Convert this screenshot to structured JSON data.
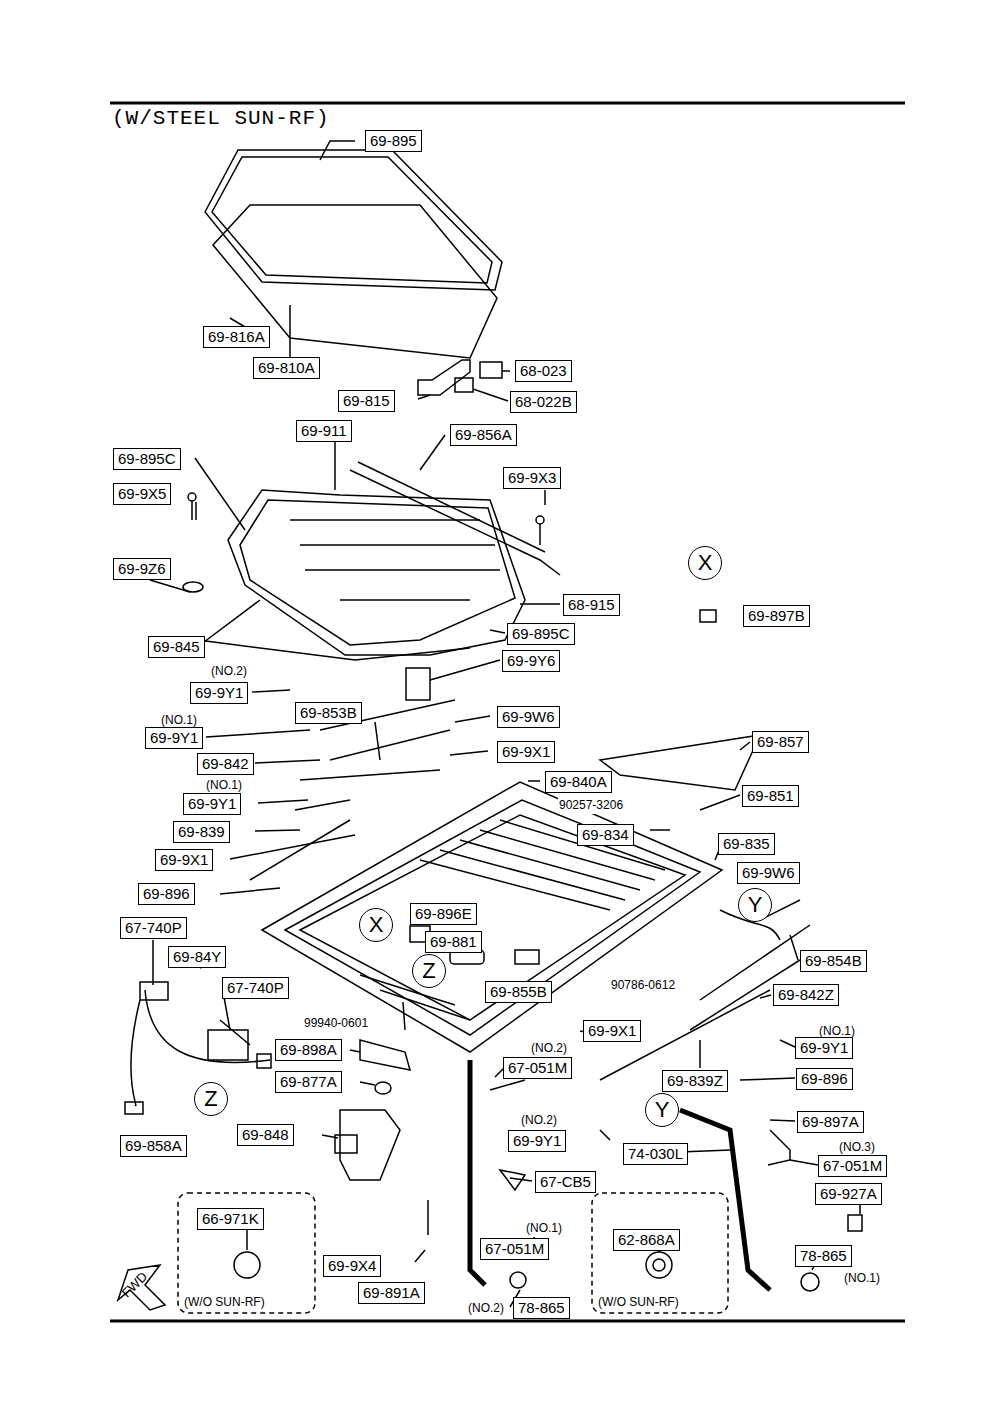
{
  "diagram": {
    "title": "(W/STEEL SUN-RF)",
    "labels": [
      "69-895",
      "69-816A",
      "69-810A",
      "69-815",
      "68-023",
      "68-022B",
      "69-911",
      "69-856A",
      "69-895C",
      "69-9X5",
      "69-9X3",
      "69-9Z6",
      "X",
      "68-915",
      "69-897B",
      "69-845",
      "69-895C",
      "69-9Y6",
      "(NO.2)",
      "69-9Y1",
      "69-853B",
      "(NO.1)",
      "69-9W6",
      "69-857",
      "69-9Y1",
      "69-9X1",
      "69-842",
      "(NO.1)",
      "69-840A",
      "69-9Y1",
      "90257-3206",
      "69-851",
      "69-839",
      "69-834",
      "69-835",
      "69-9X1",
      "69-9W6",
      "Y",
      "69-896",
      "67-740P",
      "X",
      "69-896E",
      "69-881",
      "69-84Y",
      "69-854B",
      "90786-0612",
      "67-740P",
      "Z",
      "69-855B",
      "69-842Z",
      "99940-0601",
      "69-9X1",
      "(NO.2)",
      "(NO.1)",
      "69-898A",
      "69-9Y1",
      "67-051M",
      "69-877A",
      "69-839Z",
      "69-896",
      "Z",
      "Y",
      "(NO.2)",
      "69-897A",
      "69-848",
      "69-9Y1",
      "74-030L",
      "(NO.3)",
      "69-858A",
      "67-051M",
      "67-CB5",
      "69-927A",
      "66-971K",
      "(NO.1)",
      "67-051M",
      "62-868A",
      "78-865",
      "(NO.1)",
      "69-9X4",
      "69-891A",
      "(NO.2)",
      "78-865",
      "(W/O SUN-RF)",
      "(W/O SUN-RF)",
      "FWD"
    ]
  }
}
